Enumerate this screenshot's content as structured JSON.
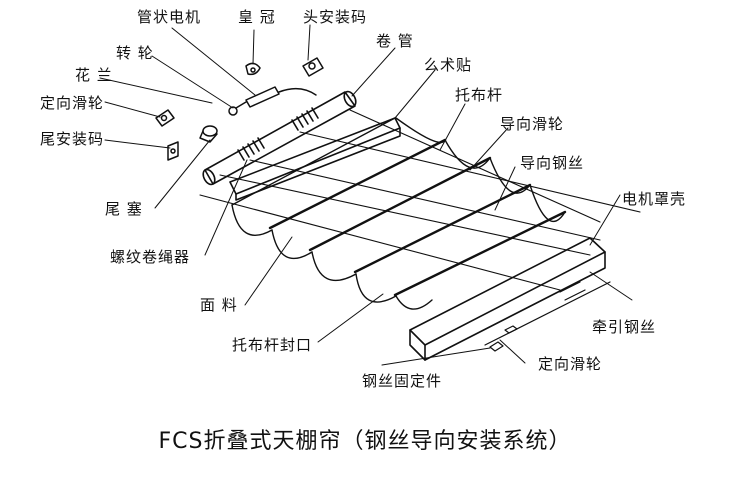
{
  "title": "FCS折叠式天棚帘（钢丝导向安装系统）",
  "labels": {
    "tubular_motor": "管状电机",
    "crown": "皇 冠",
    "head_bracket": "头安装码",
    "roller_tube": "卷 管",
    "rotor": "转 轮",
    "flange": "花 兰",
    "velcro": "么术贴",
    "fixed_pulley_top": "定向滑轮",
    "support_rod": "托布杆",
    "tail_bracket": "尾安装码",
    "guide_pulley": "导向滑轮",
    "guide_wire": "导向钢丝",
    "end_plug": "尾 塞",
    "motor_cover": "电机罩壳",
    "spiral_winder": "螺纹卷绳器",
    "fabric": "面 料",
    "traction_wire": "牵引钢丝",
    "rod_end_cap": "托布杆封口",
    "fixed_pulley_bottom": "定向滑轮",
    "wire_fixer": "钢丝固定件"
  },
  "colors": {
    "ink": "#111111",
    "paper": "#ffffff"
  }
}
